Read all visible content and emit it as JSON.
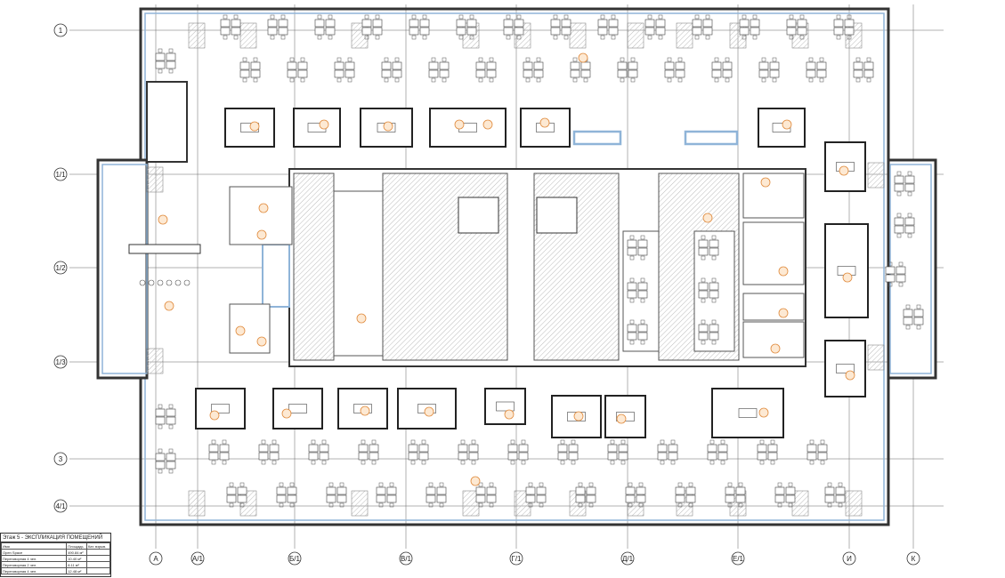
{
  "grid": {
    "rows": [
      "1",
      "1/1",
      "1/2",
      "1/3",
      "3",
      "4/1"
    ],
    "cols": [
      "А",
      "А/1",
      "Б/1",
      "В/1",
      "Г/1",
      "Д/1",
      "Е/1",
      "И",
      "К"
    ]
  },
  "legend": {
    "title": "Этаж 5 - ЭКСПЛИКАЦИЯ ПОМЕЩЕНИЙ",
    "headers": [
      "Имя",
      "Площадь",
      "Кат. взрыв."
    ],
    "rows": [
      [
        "Open Space",
        "490.84 м²",
        ""
      ],
      [
        "Переговорная 4 чел.",
        "10.40 м²",
        ""
      ],
      [
        "Переговорная 2 чел.",
        "8.11 м²",
        ""
      ],
      [
        "Переговорная 4 чел.",
        "12.48 м²",
        ""
      ]
    ]
  },
  "colors": {
    "line": "#222222",
    "wall": "#333333",
    "glass": "#8fb4d8",
    "grid": "#555555",
    "room_tag": "#e08a3c",
    "core_hatch": "#cccccc"
  }
}
